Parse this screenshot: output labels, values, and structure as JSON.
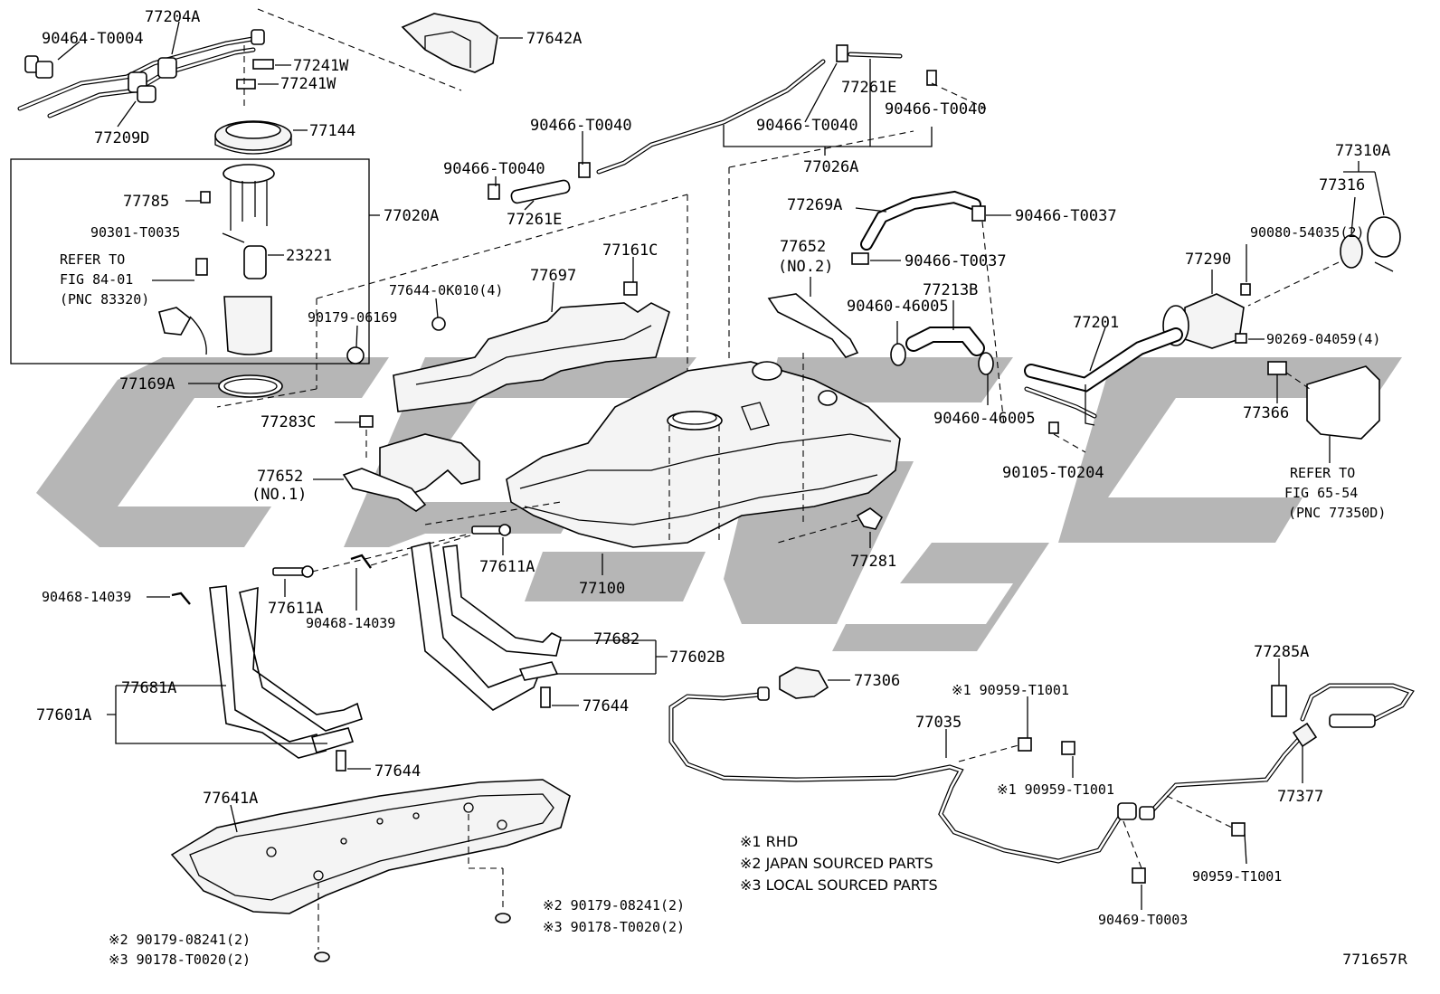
{
  "diagram_id": "771657R",
  "watermark": {
    "color": "#7a7a7a"
  },
  "labels": {
    "p77204A": "77204A",
    "p90464T0004": "90464-T0004",
    "p77241W_a": "77241W",
    "p77241W_b": "77241W",
    "p77209D": "77209D",
    "p77144": "77144",
    "p77642A": "77642A",
    "p77020A": "77020A",
    "p77785": "77785",
    "p90301T0035": "90301-T0035",
    "p23221": "23221",
    "refer_fig84_1": "REFER TO",
    "refer_fig84_2": "FIG 84-01",
    "refer_fig84_3": "(PNC 83320)",
    "p77169A": "77169A",
    "p90466T0040_a": "90466-T0040",
    "p90466T0040_b": "90466-T0040",
    "p90466T0040_c": "90466-T0040",
    "p90466T0040_d": "90466-T0040",
    "p77261E_a": "77261E",
    "p77261E_b": "77261E",
    "p77026A": "77026A",
    "p77269A": "77269A",
    "p90466T0037_a": "90466-T0037",
    "p90466T0037_b": "90466-T0037",
    "p77310A": "77310A",
    "p77316": "77316",
    "p90080_54035": "90080-54035(2)",
    "p77290": "77290",
    "p90269_04059": "90269-04059(4)",
    "p77652_no2": "77652",
    "p77652_no2_sub": "(NO.2)",
    "p77213B": "77213B",
    "p90460_46005_a": "90460-46005",
    "p90460_46005_b": "90460-46005",
    "p77201": "77201",
    "p77366": "77366",
    "refer_fig65_1": "REFER TO",
    "refer_fig65_2": "FIG 65-54",
    "refer_fig65_3": "(PNC 77350D)",
    "p90105T0204": "90105-T0204",
    "p77161C": "77161C",
    "p77697": "77697",
    "p77644_0K010": "77644-0K010(4)",
    "p90179_06169": "90179-06169",
    "p77283C": "77283C",
    "p77652_no1": "77652",
    "p77652_no1_sub": "(NO.1)",
    "p77100": "77100",
    "p77281": "77281",
    "p77611A_a": "77611A",
    "p77611A_b": "77611A",
    "p90468_14039_a": "90468-14039",
    "p90468_14039_b": "90468-14039",
    "p77682": "77682",
    "p77602B": "77602B",
    "p77644_a": "77644",
    "p77644_b": "77644",
    "p77681A": "77681A",
    "p77601A": "77601A",
    "p77641A": "77641A",
    "p77306": "77306",
    "p77035": "77035",
    "p90959T1001_a": "※1 90959-T1001",
    "p90959T1001_b": "※1 90959-T1001",
    "p90959T1001_c": "90959-T1001",
    "p77285A": "77285A",
    "p77377": "77377",
    "p90469T0003": "90469-T0003",
    "p90179_08241_a": "※2 90179-08241(2)",
    "p90178_T0020_a": "※3 90178-T0020(2)",
    "p90179_08241_b": "※2 90179-08241(2)",
    "p90178_T0020_b": "※3 90178-T0020(2)"
  },
  "notes": {
    "n1": "※1 RHD",
    "n2": "※2 JAPAN SOURCED PARTS",
    "n3": "※3 LOCAL SOURCED PARTS"
  }
}
